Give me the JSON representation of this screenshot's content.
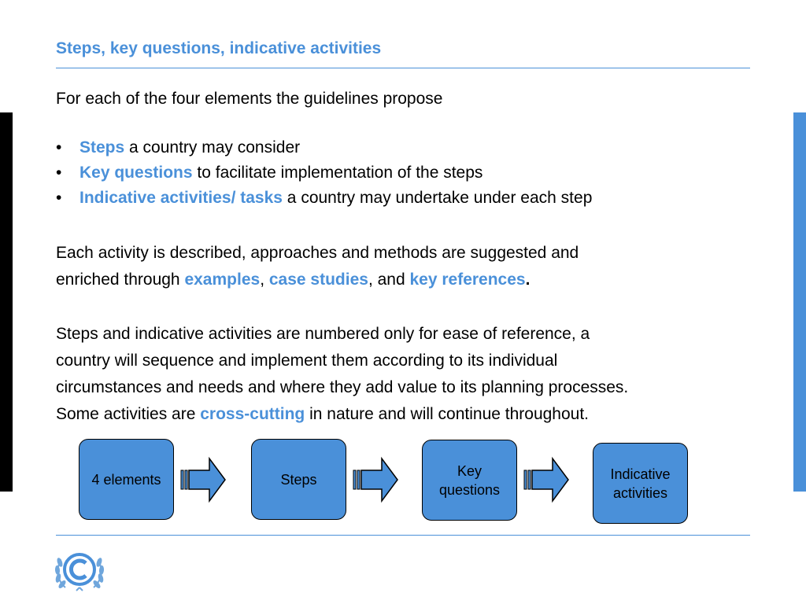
{
  "slide": {
    "title": "Steps, key questions, indicative activities",
    "intro": "For each of the four elements the guidelines propose",
    "bullets": [
      {
        "marker": "•",
        "highlight": "Steps",
        "rest": " a country may consider"
      },
      {
        "marker": "•",
        "highlight": "Key questions",
        "rest": " to facilitate implementation of the steps"
      },
      {
        "marker": "•",
        "highlight": "Indicative activities/ tasks",
        "rest": " a country may undertake under each step"
      }
    ],
    "paragraph1": {
      "line1": "Each activity is described, approaches and methods are suggested and",
      "line2_prefix": "enriched through ",
      "h1": "examples",
      "sep1": ", ",
      "h2": "case studies",
      "sep2": ", and ",
      "h3": "key references",
      "end": "."
    },
    "paragraph2": {
      "line1": "Steps and indicative activities are numbered only for ease of reference, a",
      "line2": "country will sequence and implement them according to its individual",
      "line3": "circumstances and needs and where they add value to its planning processes.",
      "line4_prefix": "Some activities are ",
      "highlight": "cross-cutting",
      "line4_suffix": " in nature and will continue throughout."
    },
    "flow": [
      {
        "line1": "4 elements",
        "line2": ""
      },
      {
        "line1": "Steps",
        "line2": ""
      },
      {
        "line1": "Key",
        "line2": "questions"
      },
      {
        "line1": "Indicative",
        "line2": "activities"
      }
    ],
    "colors": {
      "accent": "#4a90d9",
      "left_bar": "#000000",
      "right_bar": "#4a90d9"
    },
    "icons": {
      "logo": "unfccc-emblem-icon",
      "arrow": "striped-right-arrow-icon"
    }
  }
}
